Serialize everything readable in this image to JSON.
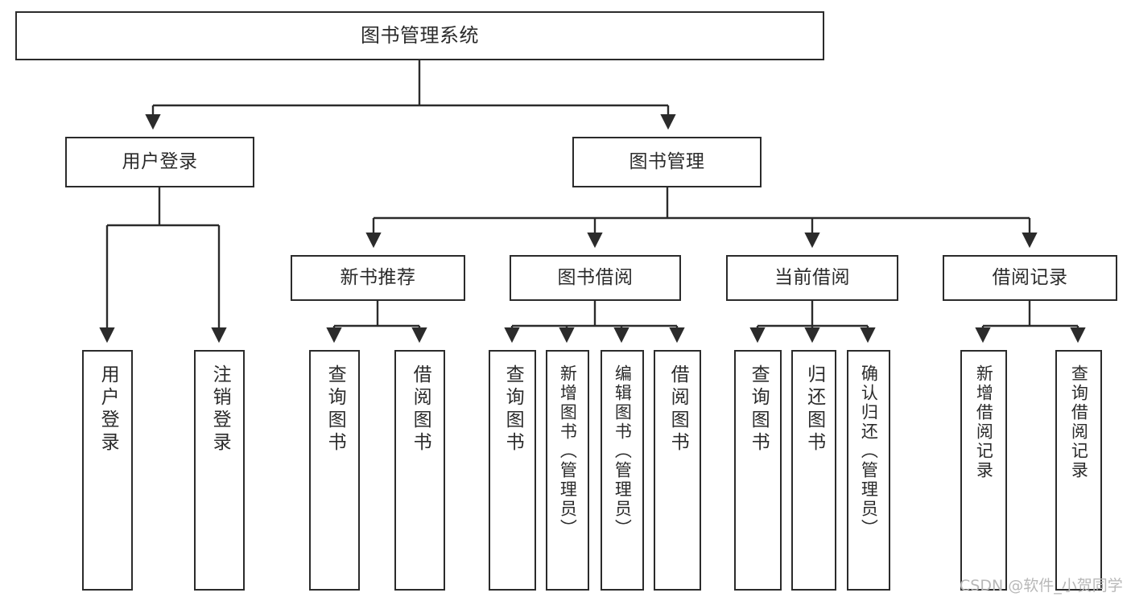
{
  "diagram": {
    "title": "图书管理系统",
    "type": "hierarchy-tree",
    "watermark": "CSDN @软件_小贺同学",
    "colors": {
      "stroke": "#2b2b2b",
      "fill": "#ffffff",
      "text": "#2b2b2b",
      "watermark": "#b8b8b8"
    },
    "nodes": {
      "root": {
        "label": "图书管理系统"
      },
      "level1": [
        {
          "id": "user-login",
          "label": "用户登录"
        },
        {
          "id": "book-manage",
          "label": "图书管理"
        }
      ],
      "level2": [
        {
          "id": "new-book-recommend",
          "label": "新书推荐"
        },
        {
          "id": "book-borrow",
          "label": "图书借阅"
        },
        {
          "id": "current-borrow",
          "label": "当前借阅"
        },
        {
          "id": "borrow-record",
          "label": "借阅记录"
        }
      ],
      "leaves": {
        "user-login": [
          {
            "id": "leaf-user-login",
            "label": "用户登录"
          },
          {
            "id": "leaf-logout-login",
            "label": "注销登录"
          }
        ],
        "new-book-recommend": [
          {
            "id": "leaf-query-book-1",
            "label": "查询图书"
          },
          {
            "id": "leaf-borrow-book-1",
            "label": "借阅图书"
          }
        ],
        "book-borrow": [
          {
            "id": "leaf-query-book-2",
            "label": "查询图书"
          },
          {
            "id": "leaf-add-book-admin",
            "label": "新增图书（管理员）"
          },
          {
            "id": "leaf-edit-book-admin",
            "label": "编辑图书（管理员）"
          },
          {
            "id": "leaf-borrow-book-2",
            "label": "借阅图书"
          }
        ],
        "current-borrow": [
          {
            "id": "leaf-query-book-3",
            "label": "查询图书"
          },
          {
            "id": "leaf-return-book",
            "label": "归还图书"
          },
          {
            "id": "leaf-confirm-return-admin",
            "label": "确认归还（管理员）"
          }
        ],
        "borrow-record": [
          {
            "id": "leaf-add-borrow-record",
            "label": "新增借阅记录"
          },
          {
            "id": "leaf-query-borrow-record",
            "label": "查询借阅记录"
          }
        ]
      }
    }
  }
}
